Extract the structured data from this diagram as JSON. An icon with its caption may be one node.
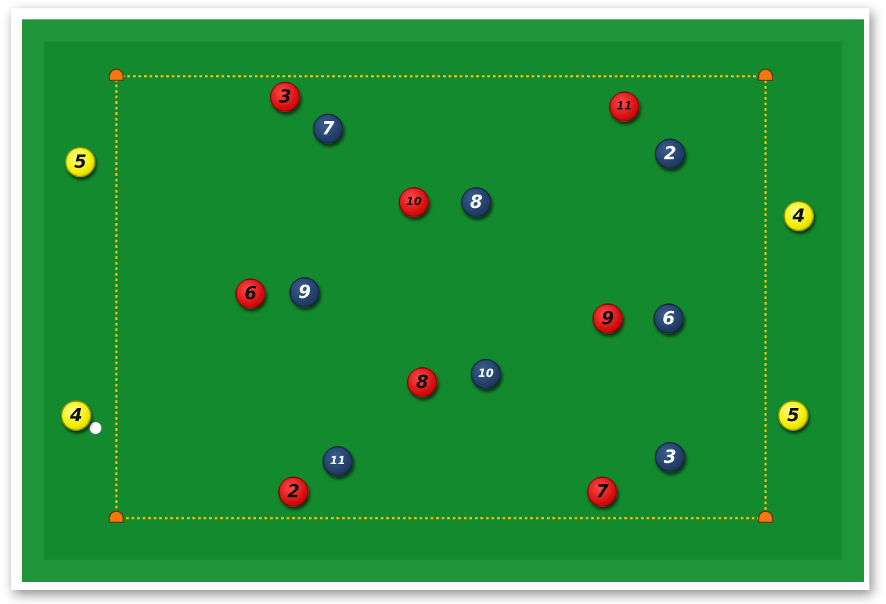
{
  "diagram": {
    "nodes": [
      {
        "text": [
          "3"
        ]
      },
      {
        "text": [
          "11"
        ]
      },
      {
        "text": [
          "7"
        ]
      },
      {
        "text": [
          "2"
        ]
      },
      {
        "text": [
          "5"
        ]
      },
      {
        "text": [
          "10"
        ]
      },
      {
        "text": [
          "8"
        ]
      },
      {
        "text": [
          "4"
        ]
      },
      {
        "text": [
          "6"
        ]
      },
      {
        "text": [
          "9"
        ]
      },
      {
        "text": [
          "9"
        ]
      },
      {
        "text": [
          "6"
        ]
      },
      {
        "text": [
          "10"
        ]
      },
      {
        "text": [
          "8"
        ]
      },
      {
        "text": [
          "4"
        ]
      },
      {
        "text": [
          "5"
        ]
      },
      {
        "text": [
          "3"
        ]
      },
      {
        "text": [
          "11"
        ]
      },
      {
        "text": [
          "2"
        ]
      },
      {
        "text": [
          "7"
        ]
      }
    ]
  }
}
